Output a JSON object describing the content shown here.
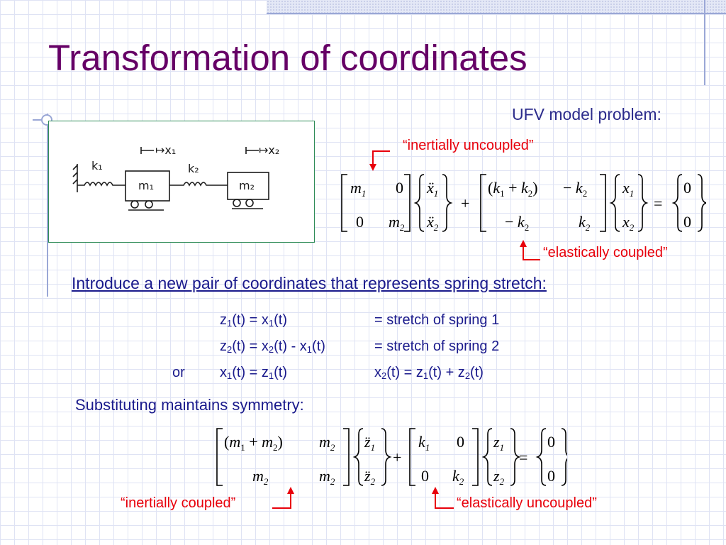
{
  "slide": {
    "title": "Transformation of coordinates",
    "subtitle": "UFV model problem:",
    "annotations": {
      "top_left": "“inertially uncoupled”",
      "top_right": "“elastically coupled”",
      "bottom_left": "“inertially coupled”",
      "bottom_right": "“elastically uncoupled”"
    },
    "intro_text": "Introduce a new pair of coordinates that represents spring stretch:",
    "definitions": {
      "row1": {
        "lhs_a": "z",
        "lhs_b": "1",
        "lhs_c": "(t) = x",
        "lhs_d": "1",
        "lhs_e": "(t)",
        "rhs": "= stretch of spring 1"
      },
      "row2": {
        "lhs_a": "z",
        "lhs_b": "2",
        "lhs_c": "(t) = x",
        "lhs_d": "2",
        "lhs_e": "(t) - x",
        "lhs_f": "1",
        "lhs_g": "(t)",
        "rhs": "= stretch of spring 2"
      },
      "row3": {
        "prefix": "or",
        "lhs_a": "x",
        "lhs_b": "1",
        "lhs_c": "(t) = z",
        "lhs_d": "1",
        "lhs_e": "(t)",
        "rhs_a": "x",
        "rhs_b": "2",
        "rhs_c": "(t) = z",
        "rhs_d": "1",
        "rhs_e": "(t) + z",
        "rhs_f": "2",
        "rhs_g": "(t)"
      }
    },
    "substituting_text": "Substituting maintains symmetry:",
    "sketch_labels": {
      "k1": "k₁",
      "k2": "k₂",
      "m1": "m₁",
      "m2": "m₂",
      "x1": "↦x₁",
      "x2": "↦x₂"
    },
    "colors": {
      "title": "#660066",
      "body_text": "#1a1a8c",
      "annotation": "#e8000b",
      "grid": "#dfe3f4",
      "accent_line": "#9aa7d6",
      "figure_border": "#2e8b57"
    }
  }
}
